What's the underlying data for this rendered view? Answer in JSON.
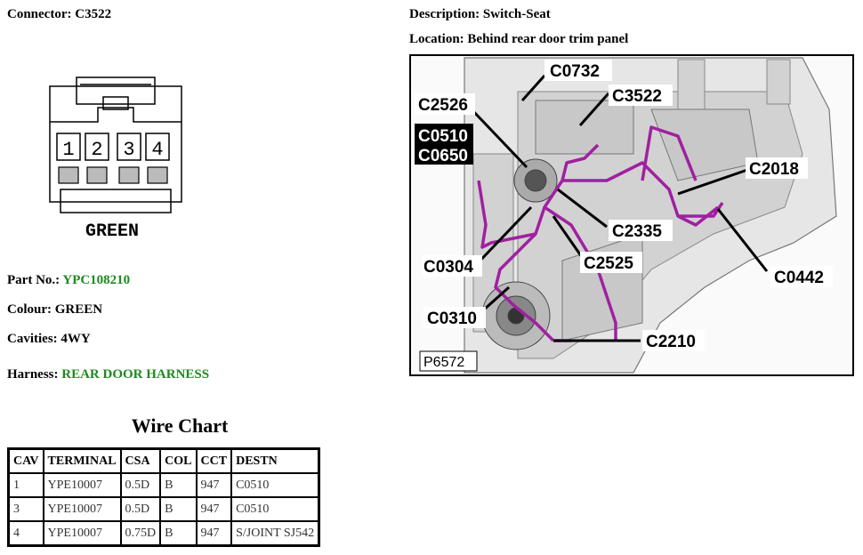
{
  "connector": {
    "label": "Connector:",
    "value": "C3522"
  },
  "connector_drawing": {
    "pins": [
      "1",
      "2",
      "3",
      "4"
    ],
    "color_label": "GREEN"
  },
  "part_no": {
    "label": "Part No.:",
    "value": "YPC108210"
  },
  "colour": {
    "label": "Colour:",
    "value": "GREEN"
  },
  "cavities": {
    "label": "Cavities:",
    "value": "4WY"
  },
  "harness": {
    "label": "Harness:",
    "value": "REAR DOOR HARNESS"
  },
  "description": {
    "label": "Description:",
    "value": "Switch-Seat"
  },
  "location": {
    "label": "Location:",
    "value": "Behind rear door trim panel"
  },
  "wire_chart": {
    "title": "Wire Chart",
    "headers": [
      "CAV",
      "TERMINAL",
      "CSA",
      "COL",
      "CCT",
      "DESTN"
    ],
    "rows": [
      [
        "1",
        "YPE10007",
        "0.5D",
        "B",
        "947",
        "C0510"
      ],
      [
        "3",
        "YPE10007",
        "0.5D",
        "B",
        "947",
        "C0510"
      ],
      [
        "4",
        "YPE10007",
        "0.75D",
        "B",
        "947",
        "S/JOINT SJ542"
      ]
    ]
  },
  "diagram": {
    "figure_id": "P6572",
    "callouts": [
      "C0732",
      "C2526",
      "C3522",
      "C0510",
      "C0650",
      "C2018",
      "C2335",
      "C0304",
      "C2525",
      "C0442",
      "C0310",
      "C2210"
    ]
  },
  "colors": {
    "accent_green": "#1d8a1d",
    "harness_purple": "#a020a0"
  }
}
